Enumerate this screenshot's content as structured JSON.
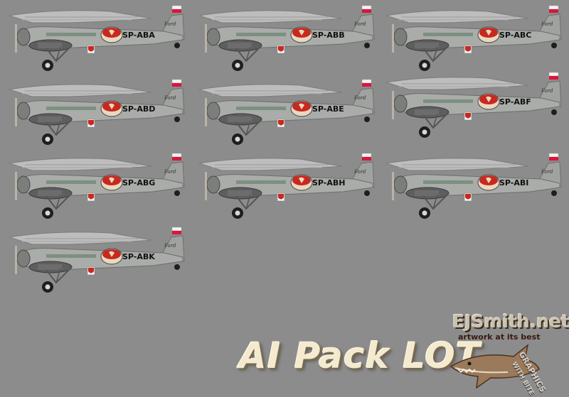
{
  "aircraft": [
    {
      "registration": "SP-ABA"
    },
    {
      "registration": "SP-ABB"
    },
    {
      "registration": "SP-ABC"
    },
    {
      "registration": "SP-ABD"
    },
    {
      "registration": "SP-ABE"
    },
    {
      "registration": "SP-ABF"
    },
    {
      "registration": "SP-ABG"
    },
    {
      "registration": "SP-ABH"
    },
    {
      "registration": "SP-ABI"
    },
    {
      "registration": "SP-ABK"
    }
  ],
  "title": "AI Pack LOT",
  "logo": {
    "main": "EJSmith.net",
    "tagline": "artwork at its best",
    "slogan_1": "GRAPHICS",
    "slogan_2": "WITH BITE"
  },
  "colors": {
    "background": "#8c8c8c",
    "fuselage": "#a9aca8",
    "wing": "#bdbdbd",
    "lot_badge": "#c8281e",
    "flag_red": "#dc143c",
    "title_text": "#f3ead0"
  }
}
